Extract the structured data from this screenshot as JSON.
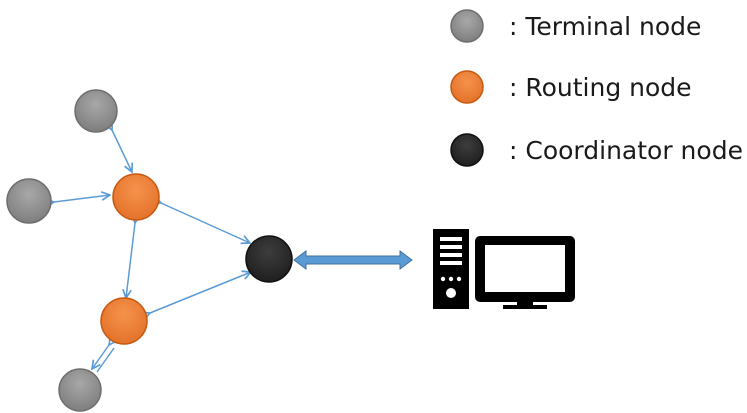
{
  "legend": {
    "terminal_label": ": Terminal node",
    "routing_label": ": Routing node",
    "coordinator_label": ": Coordinator node"
  },
  "colors": {
    "terminal_fill": "#909090",
    "routing_fill": "#ED7D31",
    "coordinator_fill": "#2B2B2B",
    "link_stroke": "#5B9BD5",
    "computer": "#000000"
  },
  "icons": {
    "computer": "desktop-computer-icon"
  }
}
